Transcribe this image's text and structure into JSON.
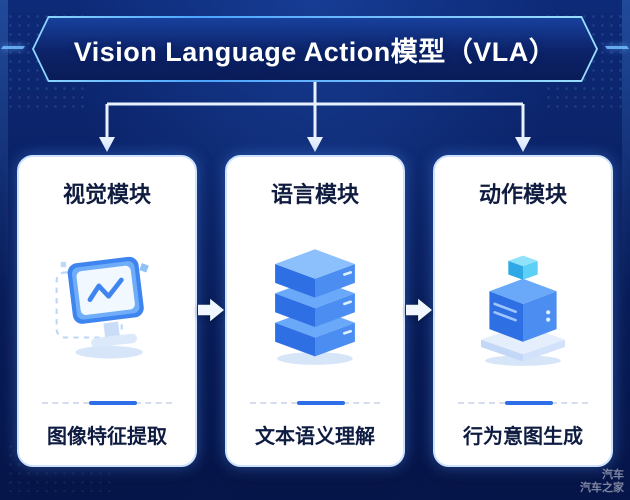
{
  "title": "Vision Language Action模型（VLA）",
  "cards": [
    {
      "title": "视觉模块",
      "label": "图像特征提取",
      "icon": "monitor-icon"
    },
    {
      "title": "语言模块",
      "label": "文本语义理解",
      "icon": "server-stack-icon"
    },
    {
      "title": "动作模块",
      "label": "行为意图生成",
      "icon": "server-cube-icon"
    }
  ],
  "watermark": {
    "line1": "汽车",
    "line2": "汽车之家"
  },
  "colors": {
    "background": "#0a1f60",
    "card": "#ffffff",
    "accent_blue": "#2e6fe8",
    "light_blue": "#6aa9fa",
    "cyan_cube": "#49c3f2",
    "arrow": "#f2f7ff",
    "title_text": "#ffffff",
    "card_text": "#101c3f"
  }
}
